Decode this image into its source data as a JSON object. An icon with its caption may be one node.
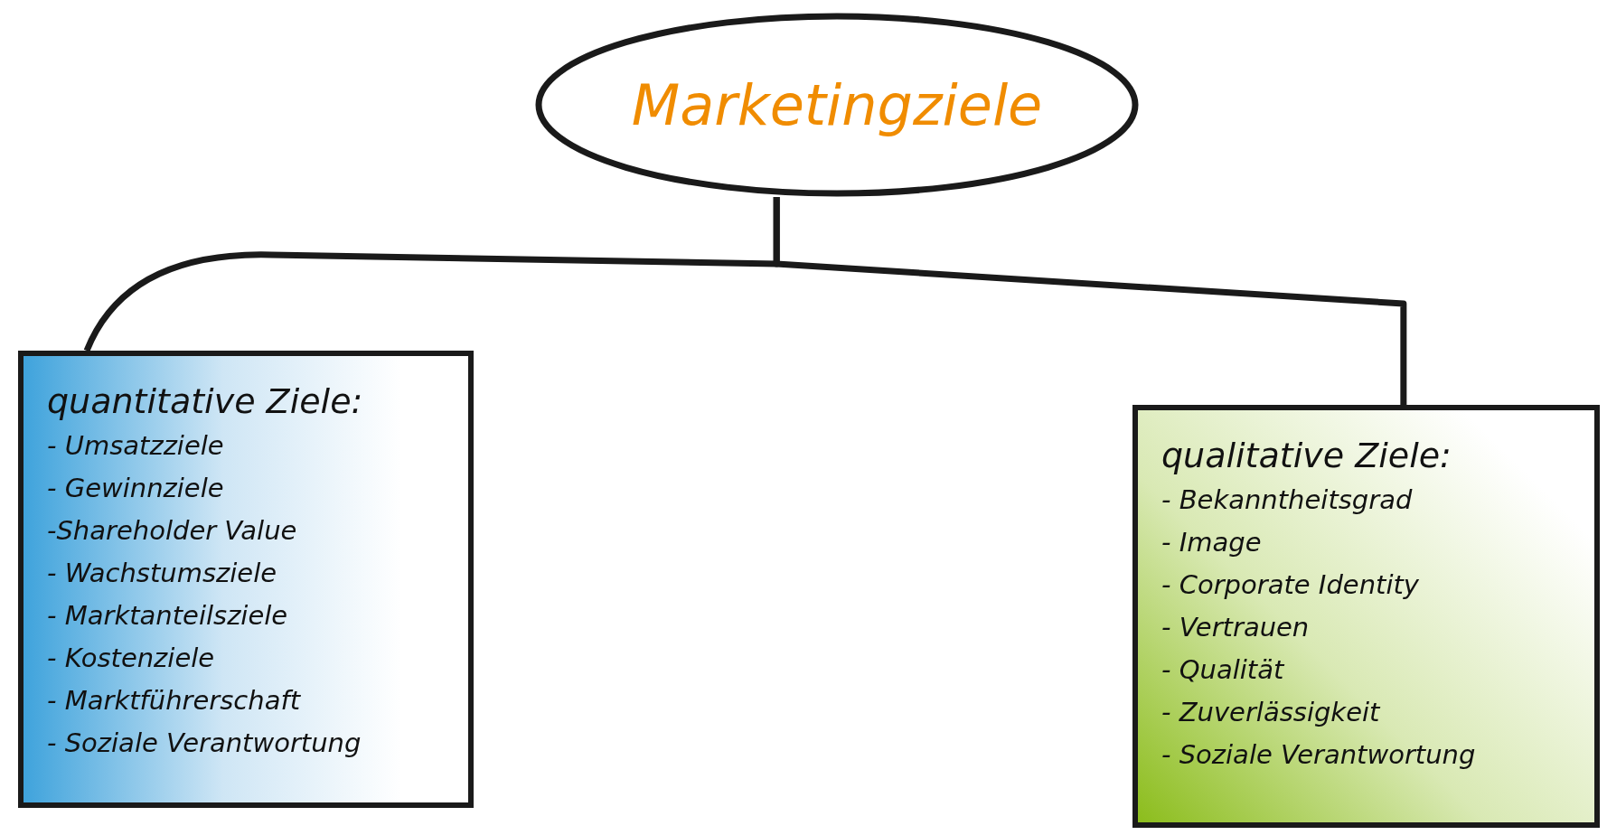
{
  "diagram": {
    "nodes": [
      {
        "text": [
          "Marketingziele"
        ]
      },
      {
        "text": [
          "quantitative Ziele:",
          "- Umsatzziele",
          "- Gewinnziele",
          "-Shareholder Value",
          "- Wachstumsziele",
          "- Marktanteilsziele",
          "- Kostenziele",
          "- Marktführerschaft",
          "- Soziale Verantwortung"
        ]
      },
      {
        "text": [
          "qualitative Ziele:",
          "- Bekanntheitsgrad",
          "- Image",
          "- Corporate Identity",
          "- Vertrauen",
          "- Qualität",
          "- Zuverlässigkeit",
          "- Soziale Verantwortung"
        ]
      }
    ],
    "edges": [
      {
        "from": 0,
        "to": 1,
        "arrow": "none"
      },
      {
        "from": 0,
        "to": 2,
        "arrow": "none"
      }
    ]
  }
}
